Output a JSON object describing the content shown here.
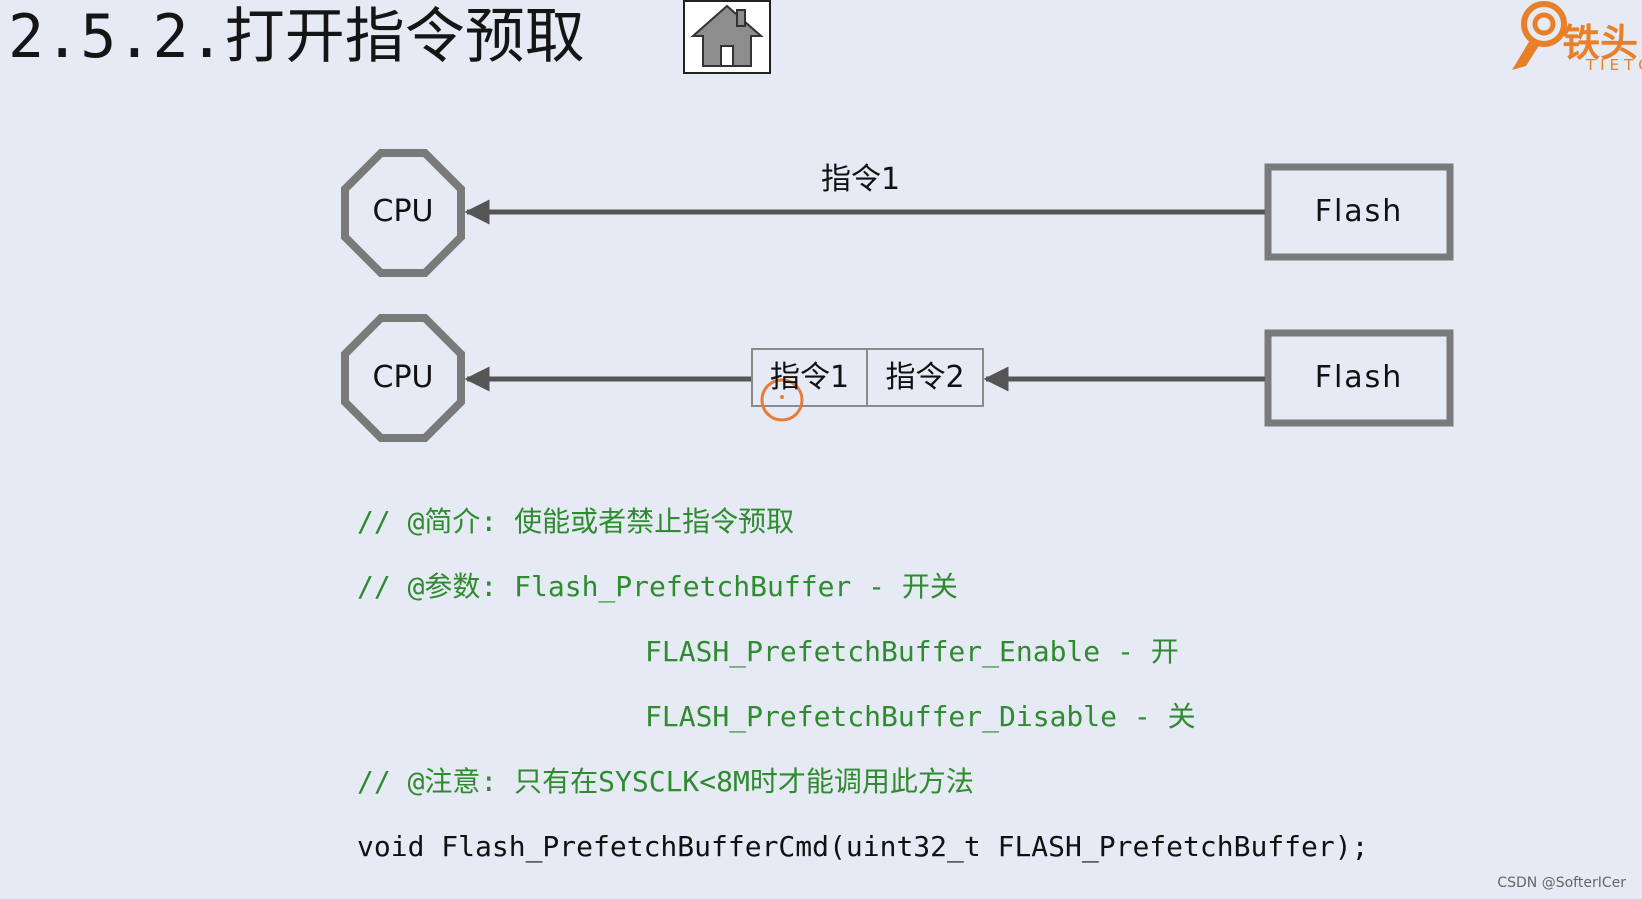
{
  "header": {
    "title": "2.5.2.打开指令预取",
    "home_icon": "home-icon"
  },
  "logo": {
    "text": "铁头",
    "sub": "TIETOU"
  },
  "diagram": {
    "row1": {
      "cpu_label": "CPU",
      "flash_label": "Flash",
      "arrow_label": "指令1"
    },
    "row2": {
      "cpu_label": "CPU",
      "flash_label": "Flash",
      "buffer": [
        "指令1",
        "指令2"
      ]
    },
    "colors": {
      "shape_stroke": "#7a7a7a",
      "cursor_ring": "#e57c3a"
    }
  },
  "code": {
    "line1": "// @简介: 使能或者禁止指令预取",
    "line2": "// @参数: Flash_PrefetchBuffer - 开关",
    "line3": "FLASH_PrefetchBuffer_Enable  - 开",
    "line4": "FLASH_PrefetchBuffer_Disable - 关",
    "line5": "// @注意: 只有在SYSCLK<8M时才能调用此方法",
    "line6": "void Flash_PrefetchBufferCmd(uint32_t FLASH_PrefetchBuffer);",
    "comment_color": "#2e8b2e"
  },
  "watermark": "CSDN @SofterICer"
}
